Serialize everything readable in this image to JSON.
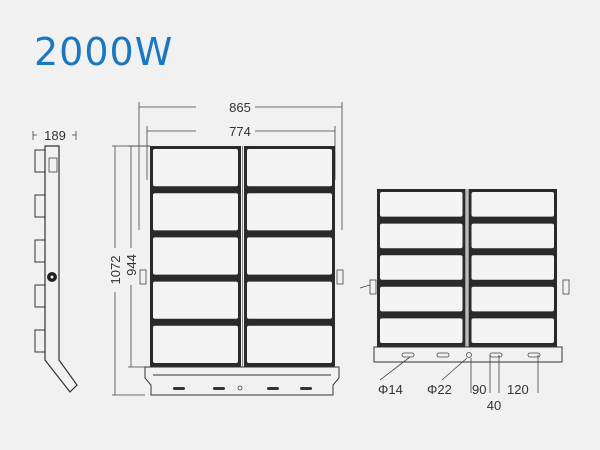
{
  "title": "2000W",
  "colors": {
    "title": "#1a78c2",
    "frame": "#2a2a2a"
  },
  "side_view": {
    "depth": "189"
  },
  "front_view": {
    "overall_width": "865",
    "body_width": "774",
    "overall_height": "1072",
    "body_height": "944"
  },
  "back_view": {
    "hole_small": "Φ14",
    "hole_large": "Φ22",
    "dim_90": "90",
    "dim_40": "40",
    "dim_120": "120"
  }
}
